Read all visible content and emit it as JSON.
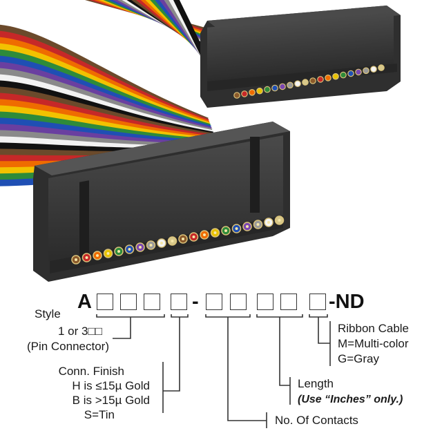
{
  "part_number": {
    "prefix": "A",
    "dash": "-",
    "suffix": "-ND"
  },
  "labels": {
    "style": "Style",
    "style_line2": "1 or 3□□",
    "style_line3": "(Pin Connector)",
    "finish_title": "Conn. Finish",
    "finish_h": "H is ≤15µ  Gold",
    "finish_b": "B is >15µ  Gold",
    "finish_s": "S=Tin",
    "contacts": "No. Of Contacts",
    "length_title": "Length",
    "length_note": "(Use “Inches” only.)",
    "cable_title": "Ribbon Cable",
    "cable_m": "M=Multi-color",
    "cable_g": "G=Gray"
  },
  "colors": {
    "wires": [
      "#6b4a2b",
      "#c62828",
      "#ef6c00",
      "#f2c200",
      "#2e8b3a",
      "#1f4fb4",
      "#6a3fa0",
      "#8a8a8a",
      "#f2f2f2",
      "#111111"
    ],
    "connector": "#3a3a3a",
    "line": "#333333"
  }
}
